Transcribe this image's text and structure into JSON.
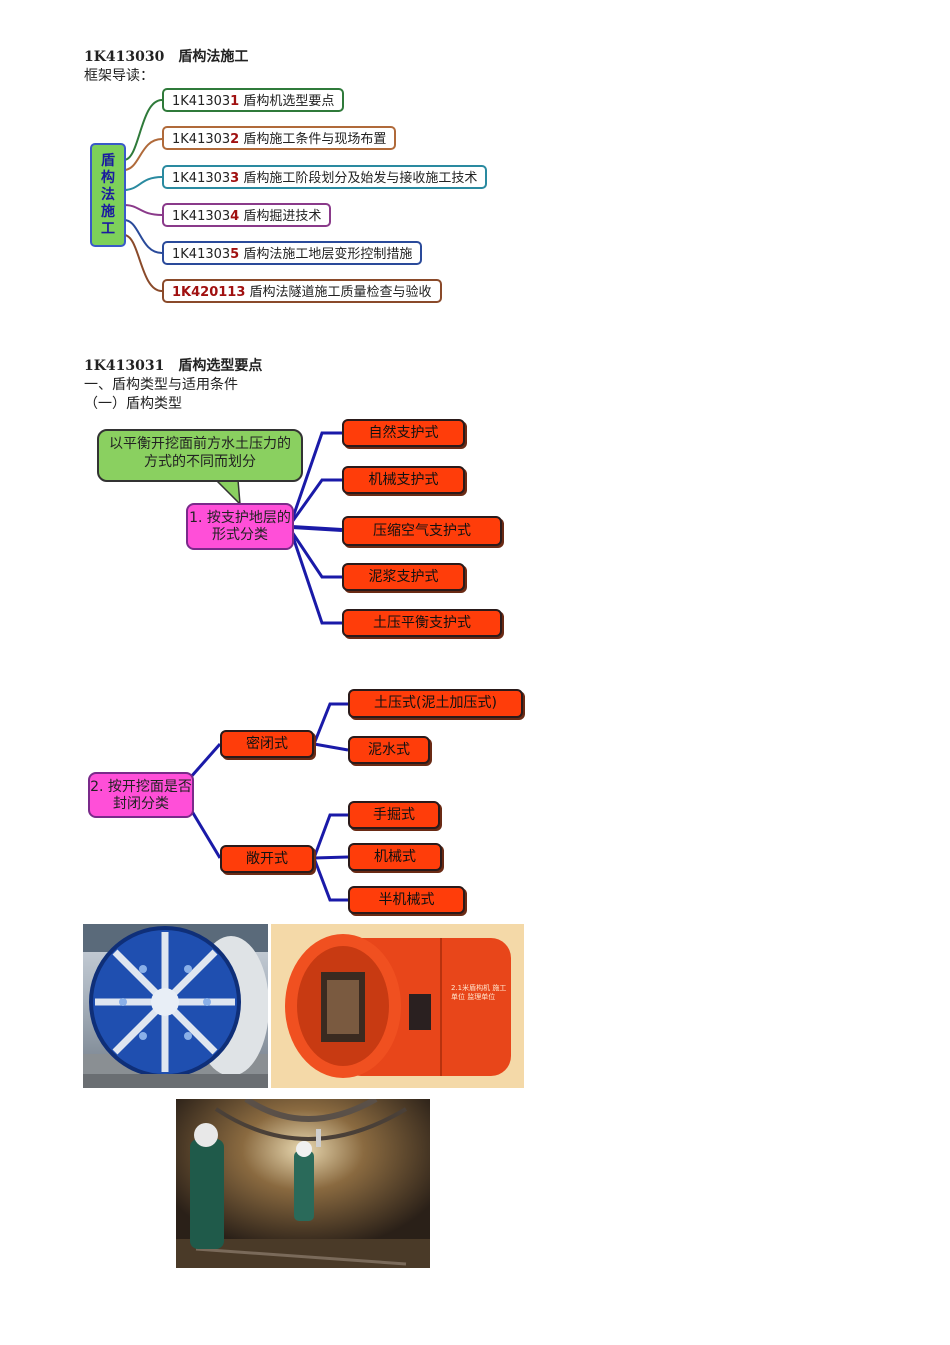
{
  "section1": {
    "heading": "1K413030　盾构法施工",
    "subheading": "框架导读：",
    "root_label": "盾\n构\n法\n施\n工",
    "items": [
      {
        "prefix": "1K41303",
        "num": "1",
        "text": "盾构机选型要点",
        "color": "#2f7a3a"
      },
      {
        "prefix": "1K41303",
        "num": "2",
        "text": "盾构施工条件与现场布置",
        "color": "#b06a3a"
      },
      {
        "prefix": "1K41303",
        "num": "3",
        "text": "盾构施工阶段划分及始发与接收施工技术",
        "color": "#2a8aa0"
      },
      {
        "prefix": "1K41303",
        "num": "4",
        "text": "盾构掘进技术",
        "color": "#8a3a8a"
      },
      {
        "prefix": "1K41303",
        "num": "5",
        "text": "盾构法施工地层变形控制措施",
        "color": "#2a4a9a"
      },
      {
        "prefix": "1K420113",
        "num": "",
        "text": "盾构法隧道施工质量检查与验收",
        "color": "#8a4a2a"
      }
    ]
  },
  "section2": {
    "heading": "1K413031　盾构选型要点",
    "line1": "一、盾构类型与适用条件",
    "line2": "（一）盾构类型"
  },
  "diagram1": {
    "callout": "以平衡开挖面前方水土压力的方式的不同而划分",
    "center": "1. 按支护地层的形式分类",
    "branches": [
      "自然支护式",
      "机械支护式",
      "压缩空气支护式",
      "泥浆支护式",
      "土压平衡支护式"
    ]
  },
  "diagram2": {
    "center": "2. 按开挖面是否封闭分类",
    "groups": [
      {
        "label": "密闭式",
        "children": [
          "土压式(泥土加压式)",
          "泥水式"
        ]
      },
      {
        "label": "敞开式",
        "children": [
          "手掘式",
          "机械式",
          "半机械式"
        ]
      }
    ]
  },
  "photo2_plate": "2.1米盾构机  施工单位  监理单位"
}
